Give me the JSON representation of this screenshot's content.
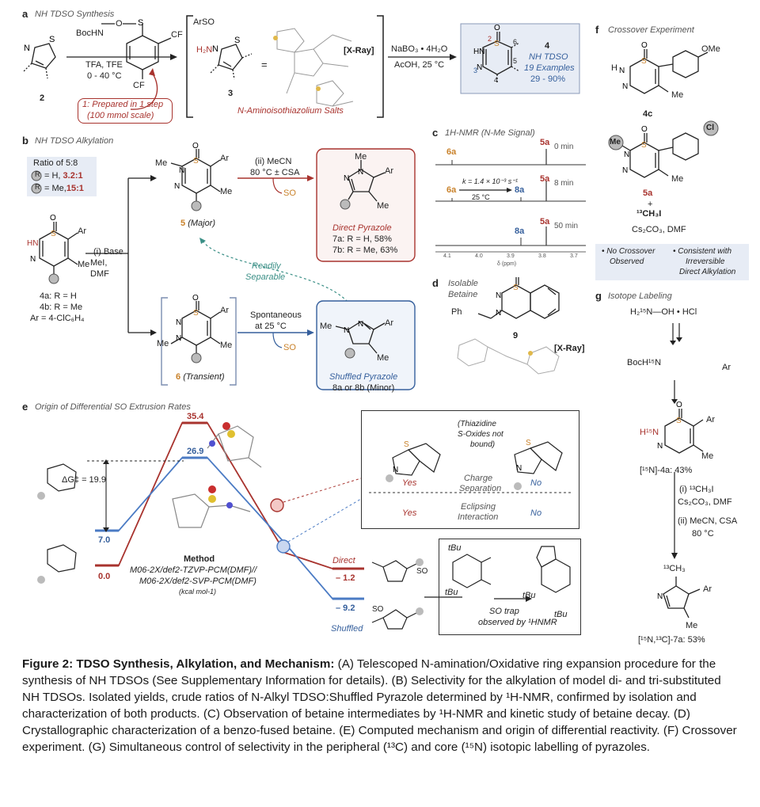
{
  "panels": {
    "a": {
      "label": "a",
      "title": "NH TDSO Synthesis",
      "reagent": "BocHN",
      "reagent_o": "O",
      "cf3_top": "CF",
      "cf3_bottom": "CF",
      "cond1": "TFA, TFE",
      "cond2": "0 - 40 °C",
      "cmpd2": "2",
      "note1": "1: Prepared in 1 step",
      "note2": "(100 mmol scale)",
      "salt_anion": "ArSO",
      "cmpd3": "3",
      "xray": "[X-Ray]",
      "salt_name": "N-Aminoisothiazolium Salts",
      "ox1": "NaBO₃ • 4H₂O",
      "ox2": "AcOH, 25 °C",
      "cmpd4": "4",
      "prod_name": "NH TDSO",
      "prod_ex": "19 Examples",
      "prod_yield": "29 - 90%",
      "num2": "2",
      "num3": "3",
      "num4": "4",
      "num5": "5",
      "num6": "6"
    },
    "b": {
      "label": "b",
      "title": "NH TDSO Alkylation",
      "ratio_title": "Ratio of 5:8",
      "ratio1_pre": "= H, ",
      "ratio1_val": "3.2:1",
      "ratio2_pre": "= Me,",
      "ratio2_val": "15:1",
      "r": "R",
      "step1a": "(i) Base",
      "step1b": "MeI,",
      "step1c": "DMF",
      "cmpd4a": "4a: R = H",
      "cmpd4b": "4b: R = Me",
      "ar_def": "Ar = 4-ClC₆H₄",
      "cmpd5": "5",
      "cmpd5_tag": "(Major)",
      "step2a": "(ii) MeCN",
      "step2b": "80 °C ± CSA",
      "so": "SO",
      "direct": "Direct Pyrazole",
      "y7a": "7a: R = H, 58%",
      "y7b": "7b: R = Me, 63%",
      "sep1": "Readily",
      "sep2": "Separable",
      "spont1": "Spontaneous",
      "spont2": "at 25 °C",
      "cmpd6": "6",
      "cmpd6_tag": "(Transient)",
      "shuffled": "Shuffled Pyrazole",
      "y8": "8a or 8b (Minor)",
      "ar": "Ar",
      "me": "Me"
    },
    "c": {
      "label": "c",
      "title": "1H-NMR (N-Me Signal)",
      "t0": "0 min",
      "t8": "8 min",
      "t50": "50 min",
      "s5a": "5a",
      "s6a": "6a",
      "s8a": "8a",
      "rate": "k = 1.4 × 10⁻³ s⁻¹",
      "temp": "25 °C",
      "ticks": [
        "4.1",
        "4.0",
        "3.9",
        "3.8",
        "3.7"
      ],
      "xunit": "δ (ppm)"
    },
    "d": {
      "label": "d",
      "title1": "Isolable",
      "title2": "Betaine",
      "cmpd9": "9",
      "xray": "[X-Ray]",
      "ph": "Ph"
    },
    "e": {
      "label": "e",
      "title": "Origin of Differential SO Extrusion Rates",
      "e354": "35.4",
      "e269": "26.9",
      "e70": "7.0",
      "e00": "0.0",
      "em12": "– 1.2",
      "em92": "– 9.2",
      "dg": "ΔG‡ = 19.9",
      "direct": "Direct",
      "shuffled": "Shuffled",
      "method": "Method",
      "m1": "M06-2X/def2-TZVP-PCM(DMF)//",
      "m2": "M06-2X/def2-SVP-PCM(DMF)",
      "m3": "(kcal mol-1)",
      "thia1": "(Thiazidine",
      "thia2": "S-Oxides not",
      "thia3": "bound)",
      "yes": "Yes",
      "no": "No",
      "charge1": "Charge",
      "charge2": "Separation",
      "eclip1": "Eclipsing",
      "eclip2": "Interaction",
      "tbu": "tBu",
      "trap1": "SO trap",
      "trap2": "observed by ¹HNMR"
    },
    "f": {
      "label": "f",
      "title": "Crossover Experiment",
      "ome": "OMe",
      "cmpd4c": "4c",
      "cl": "Cl",
      "cmpd5a": "5a",
      "plus": "+",
      "reag1": "¹³CH₃I",
      "reag2": "Cs₂CO₃, DMF",
      "c1a": "• No Crossover",
      "c1b": "Observed",
      "c2a": "• Consistent with",
      "c2b": "Irreversible",
      "c2c": "Direct Alkylation"
    },
    "g": {
      "label": "g",
      "title": "Isotope Labeling",
      "start": "H₂¹⁵N—OH • HCl",
      "boc": "BocH¹⁵N",
      "arf": "Ar",
      "y4a": "[¹⁵N]-4a: 43%",
      "s1a": "(i) ¹³CH₃I",
      "s1b": "Cs₂CO₃, DMF",
      "s2a": "(ii) MeCN, CSA",
      "s2b": "80 °C",
      "ch3": "¹³CH₃",
      "y7a": "[¹⁵N,¹³C]-7a: 53%"
    }
  },
  "caption": {
    "head": "Figure 2: TDSO Synthesis, Alkylation, and Mechanism:",
    "a": "(A) Telescoped N-amination/Oxidative ring expansion procedure for the synthesis of NH TDSOs (See Supplementary Information for details).",
    "b": "(B) Selectivity for the alkylation of model di- and tri-substituted NH TDSOs. Isolated yields, crude ratios of N-Alkyl TDSO:Shuffled Pyrazole determined by ¹H-NMR, confirmed by isolation and characterization of both products.",
    "c": "(C) Observation of betaine intermediates by ¹H-NMR and kinetic study of betaine decay.",
    "d": "(D) Crystallographic characterization of a benzo-fused betaine.",
    "e": "(E) Computed mechanism and origin of differential reactivity.",
    "f": "(F) Crossover experiment.",
    "g": "(G) Simultaneous control of selectivity in the peripheral (¹³C) and core (¹⁵N) isotopic labelling of pyrazoles."
  }
}
